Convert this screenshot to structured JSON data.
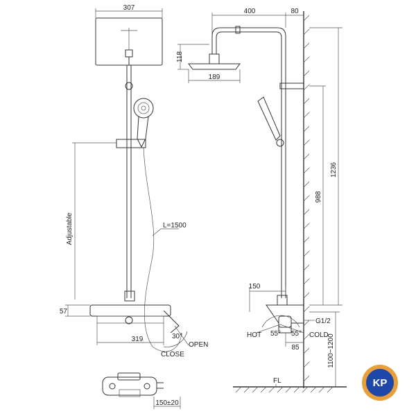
{
  "front_view": {
    "head_width": "307",
    "adjustable": "Adjustable",
    "hose_length": "L=1500",
    "mixer_height": "57",
    "mixer_depth": "319",
    "handle_angle": "30°",
    "open": "OPEN",
    "close": "CLOSE"
  },
  "bottom_view": {
    "mount_spacing": "150±20"
  },
  "side_view": {
    "arm_length": "400",
    "wall_offset": "80",
    "head_height": "118",
    "head_diameter": "189",
    "total_height": "1236",
    "rail_height": "988",
    "mixer_offset": "150",
    "thread": "G1/2",
    "hot": "HOT",
    "cold": "COLD",
    "angle_hot": "55°",
    "angle_cold": "55°",
    "outlet_depth": "85",
    "install_height": "1100~1200",
    "floor": "FL"
  },
  "logo": {
    "text": "KP",
    "colors": {
      "ring": "#e8a13a",
      "inner": "#1f47a8",
      "text": "#ffffff"
    }
  }
}
